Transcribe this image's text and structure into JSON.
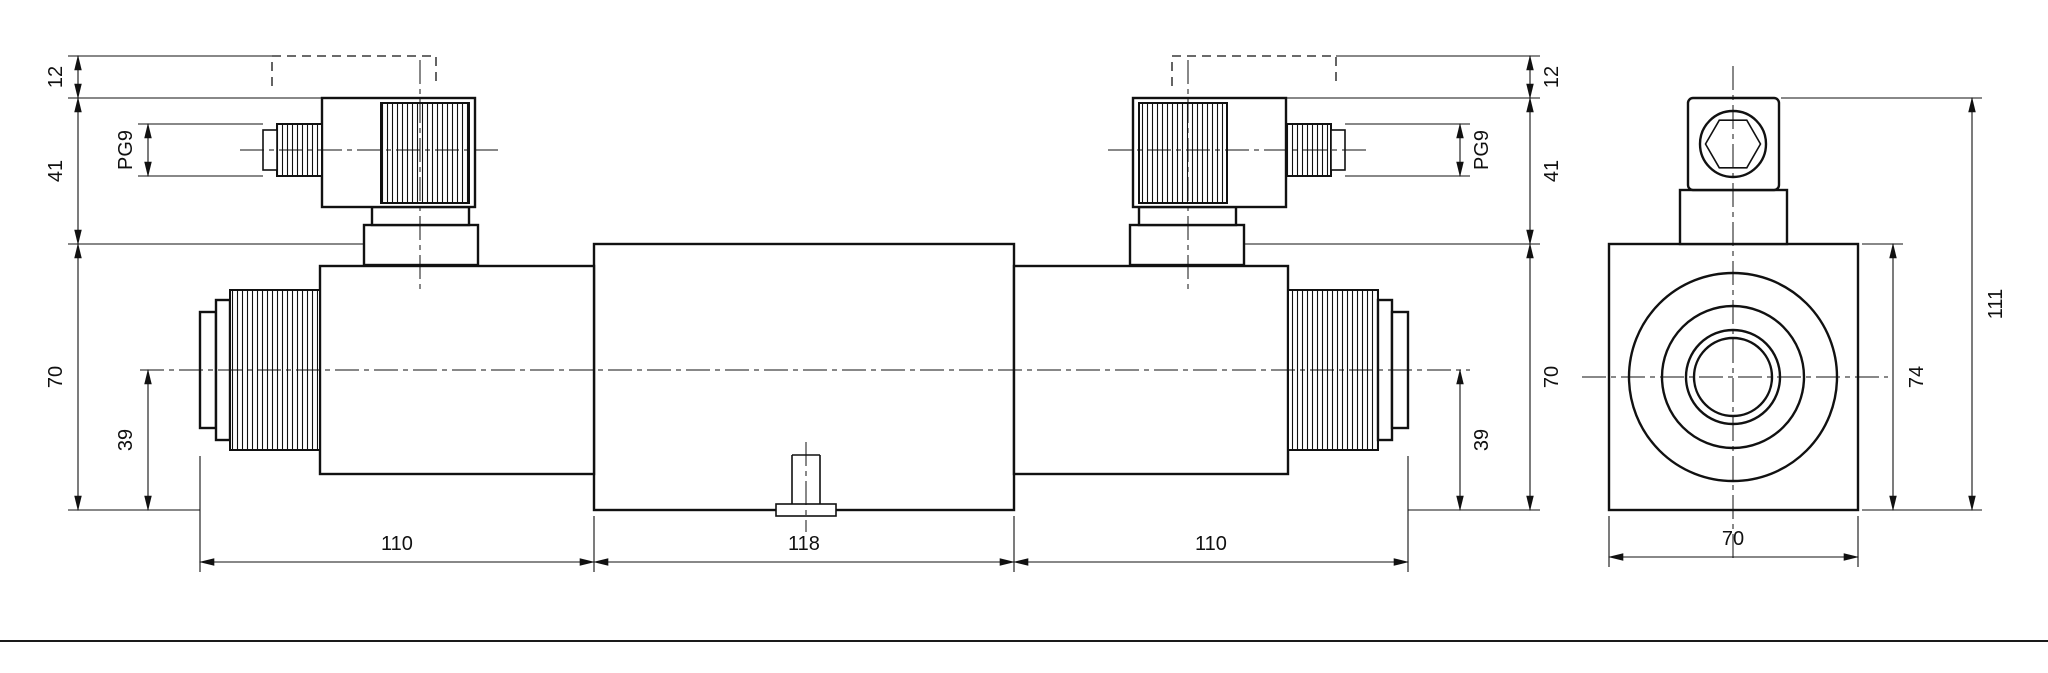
{
  "colors": {
    "background": "#ffffff",
    "line": "#111111"
  },
  "dims": {
    "main_left_12": "12",
    "main_left_pg9": "PG9",
    "main_left_41": "41",
    "main_left_70": "70",
    "main_left_39": "39",
    "main_right_12": "12",
    "main_right_pg9": "PG9",
    "main_right_41": "41",
    "main_right_70": "70",
    "main_right_39": "39",
    "main_bottom_left_110": "110",
    "main_bottom_center_118": "118",
    "main_bottom_right_110": "110",
    "end_flange_height_74": "74",
    "end_total_height_111": "111",
    "end_width_70": "70"
  }
}
